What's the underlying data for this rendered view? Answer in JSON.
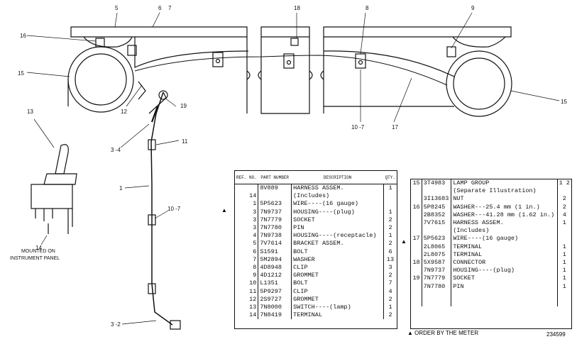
{
  "callouts": {
    "c5": "5",
    "c6": "6",
    "c7": "7",
    "c16": "16",
    "c15a": "15",
    "c18": "18",
    "c8": "8",
    "c9": "9",
    "c15b": "15",
    "c10_7a": "10 -7",
    "c17": "17",
    "c13": "13",
    "c12": "12",
    "c19": "19",
    "c3_4": "3 -4",
    "c11": "11",
    "c1": "1",
    "c10_7b": "10 -7",
    "c3_2": "3 -2",
    "c14": "14"
  },
  "mounted_label": [
    "MOUNTED ON",
    "INSTRUMENT PANEL"
  ],
  "table_left": {
    "headers": {
      "ref": "REF. NO.",
      "part": "PART NUMBER",
      "desc": "DESCRIPTION",
      "qty": "QTY."
    },
    "rows": [
      {
        "ref": "",
        "part": "8V889",
        "desc": "HARNESS ASSEM.",
        "qty": "1"
      },
      {
        "ref": "14",
        "part": "",
        "desc": "(Includes)",
        "qty": ""
      },
      {
        "ref": "1",
        "part": "5P5623",
        "desc": "WIRE----(16 gauge)",
        "qty": ""
      },
      {
        "ref": "3",
        "part": "7N9737",
        "desc": "HOUSING----(plug)",
        "qty": "1"
      },
      {
        "ref": "3",
        "part": "7N7779",
        "desc": "SOCKET",
        "qty": "2"
      },
      {
        "ref": "3",
        "part": "7N7780",
        "desc": "PIN",
        "qty": "2"
      },
      {
        "ref": "4",
        "part": "7N9738",
        "desc": "HOUSING----(receptacle)",
        "qty": "1"
      },
      {
        "ref": "5",
        "part": "7V7614",
        "desc": "BRACKET ASSEM.",
        "qty": "2"
      },
      {
        "ref": "6",
        "part": "S1591",
        "desc": "BOLT",
        "qty": "6"
      },
      {
        "ref": "7",
        "part": "5M2894",
        "desc": "WASHER",
        "qty": "13"
      },
      {
        "ref": "8",
        "part": "4D8948",
        "desc": "CLIP",
        "qty": "3"
      },
      {
        "ref": "9",
        "part": "4D1212",
        "desc": "GROMMET",
        "qty": "2"
      },
      {
        "ref": "10",
        "part": "L1351",
        "desc": "BOLT",
        "qty": "7"
      },
      {
        "ref": "11",
        "part": "5P9297",
        "desc": "CLIP",
        "qty": "4"
      },
      {
        "ref": "12",
        "part": "2S9727",
        "desc": "GROMMET",
        "qty": "2"
      },
      {
        "ref": "13",
        "part": "7N8000",
        "desc": "SWITCH----(lamp)",
        "qty": "1"
      },
      {
        "ref": "14",
        "part": "7N8419",
        "desc": "TERMINAL",
        "qty": "2"
      }
    ]
  },
  "table_right": {
    "rows": [
      {
        "ref": "15",
        "part": "3T4983",
        "desc": "LAMP GROUP",
        "qty": "1  2"
      },
      {
        "ref": "",
        "part": "",
        "desc": "(Separate Illustration)",
        "qty": ""
      },
      {
        "ref": "",
        "part": "3I13683",
        "desc": "NUT",
        "qty": "2"
      },
      {
        "ref": "16",
        "part": "5P8245",
        "desc": "WASHER---25.4 mm (1 in.)",
        "qty": "2"
      },
      {
        "ref": "",
        "part": "2B8352",
        "desc": "WASHER---41.28 mm (1.62 in.)",
        "qty": "4"
      },
      {
        "ref": "",
        "part": "7V7615",
        "desc": "HARNESS ASSEM.",
        "qty": "1"
      },
      {
        "ref": "",
        "part": "",
        "desc": "(Includes)",
        "qty": ""
      },
      {
        "ref": "17",
        "part": "5P5623",
        "desc": "WIRE----(16 gauge)",
        "qty": ""
      },
      {
        "ref": "",
        "part": "2L8065",
        "desc": "TERMINAL",
        "qty": "1"
      },
      {
        "ref": "",
        "part": "2L8075",
        "desc": "TERMINAL",
        "qty": "1"
      },
      {
        "ref": "18",
        "part": "5X9587",
        "desc": "CONNECTOR",
        "qty": "1"
      },
      {
        "ref": "",
        "part": "7N9737",
        "desc": "HOUSING----(plug)",
        "qty": "1"
      },
      {
        "ref": "19",
        "part": "7N7779",
        "desc": "SOCKET",
        "qty": "1"
      },
      {
        "ref": "",
        "part": "7N7780",
        "desc": "PIN",
        "qty": "1"
      },
      {
        "ref": "",
        "part": "",
        "desc": "",
        "qty": ""
      },
      {
        "ref": "",
        "part": "",
        "desc": "",
        "qty": ""
      }
    ]
  },
  "meter_note": "ORDER BY THE METER",
  "meter_symbol": "▲",
  "figure_number": "234599"
}
